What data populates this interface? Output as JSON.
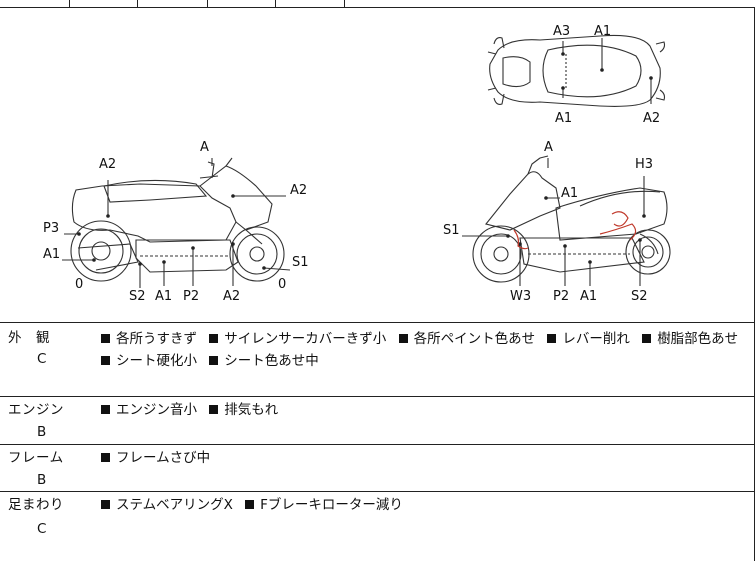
{
  "diagram": {
    "top_view": {
      "labels": [
        "A3",
        "A1",
        "A1",
        "A2"
      ]
    },
    "left_view": {
      "labels": [
        "A",
        "A2",
        "A2",
        "P3",
        "A1",
        "0",
        "S2",
        "A1",
        "P2",
        "A2",
        "0",
        "S1"
      ]
    },
    "right_view": {
      "labels": [
        "A",
        "A1",
        "H3",
        "S1",
        "W3",
        "P2",
        "A1",
        "S2"
      ]
    },
    "colors": {
      "line": "#333333",
      "damage": "#c0392b"
    }
  },
  "sections": [
    {
      "category": "外　観",
      "grade": "C",
      "items": [
        "各所うすきず",
        "サイレンサーカバーきず小",
        "各所ペイント色あせ",
        "レバー削れ",
        "樹脂部色あせ",
        "シート硬化小",
        "シート色あせ中"
      ]
    },
    {
      "category": "エンジン",
      "grade": "B",
      "items": [
        "エンジン音小",
        "排気もれ"
      ]
    },
    {
      "category": "フレーム",
      "grade": "B",
      "items": [
        "フレームさび中"
      ]
    },
    {
      "category": "足まわり",
      "grade": "C",
      "items": [
        "ステムベアリングX",
        "Fブレーキローター減り"
      ]
    }
  ]
}
